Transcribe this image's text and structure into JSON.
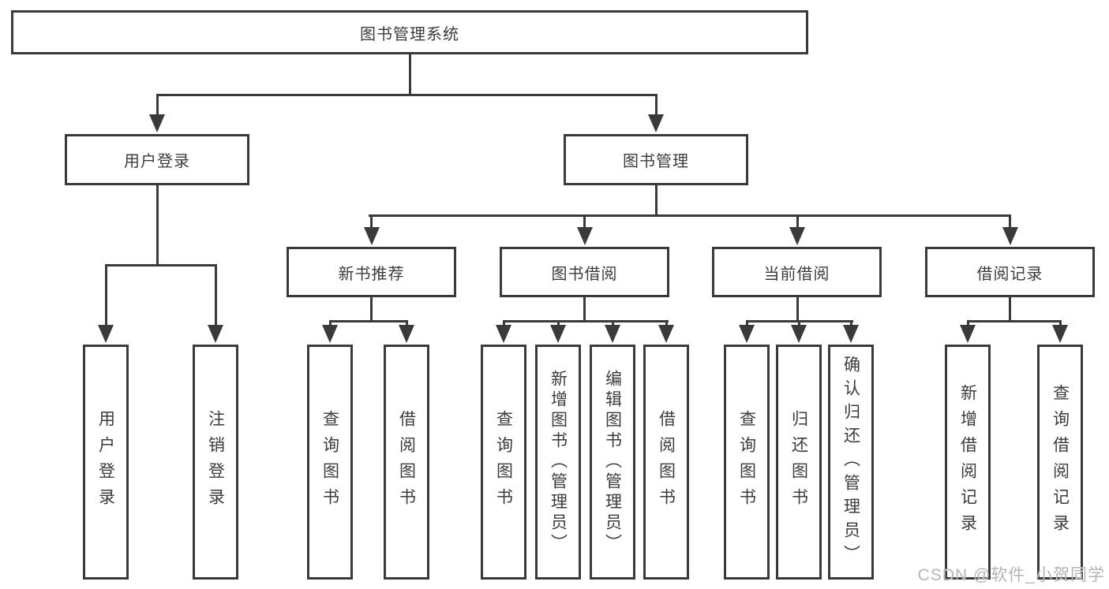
{
  "tree": {
    "root": "图书管理系统",
    "branches": [
      {
        "label": "用户登录",
        "children": [
          {
            "label": "用户登录"
          },
          {
            "label": "注销登录"
          }
        ]
      },
      {
        "label": "图书管理",
        "children": [
          {
            "label": "新书推荐",
            "children": [
              {
                "label": "查询图书"
              },
              {
                "label": "借阅图书"
              }
            ]
          },
          {
            "label": "图书借阅",
            "children": [
              {
                "label": "查询图书"
              },
              {
                "label": "新增图书（管理员）"
              },
              {
                "label": "编辑图书（管理员）"
              },
              {
                "label": "借阅图书"
              }
            ]
          },
          {
            "label": "当前借阅",
            "children": [
              {
                "label": "查询图书"
              },
              {
                "label": "归还图书"
              },
              {
                "label": "确认归还（管理员）"
              }
            ]
          },
          {
            "label": "借阅记录",
            "children": [
              {
                "label": "新增借阅记录"
              },
              {
                "label": "查询借阅记录"
              }
            ]
          }
        ]
      }
    ]
  },
  "watermark": {
    "text": "CSDN @软件_小贺同学"
  },
  "colors": {
    "line": "#3a3a3a",
    "text": "#3c3c3c",
    "box_fill": "#ffffff",
    "watermark": "#b5b5b5"
  }
}
